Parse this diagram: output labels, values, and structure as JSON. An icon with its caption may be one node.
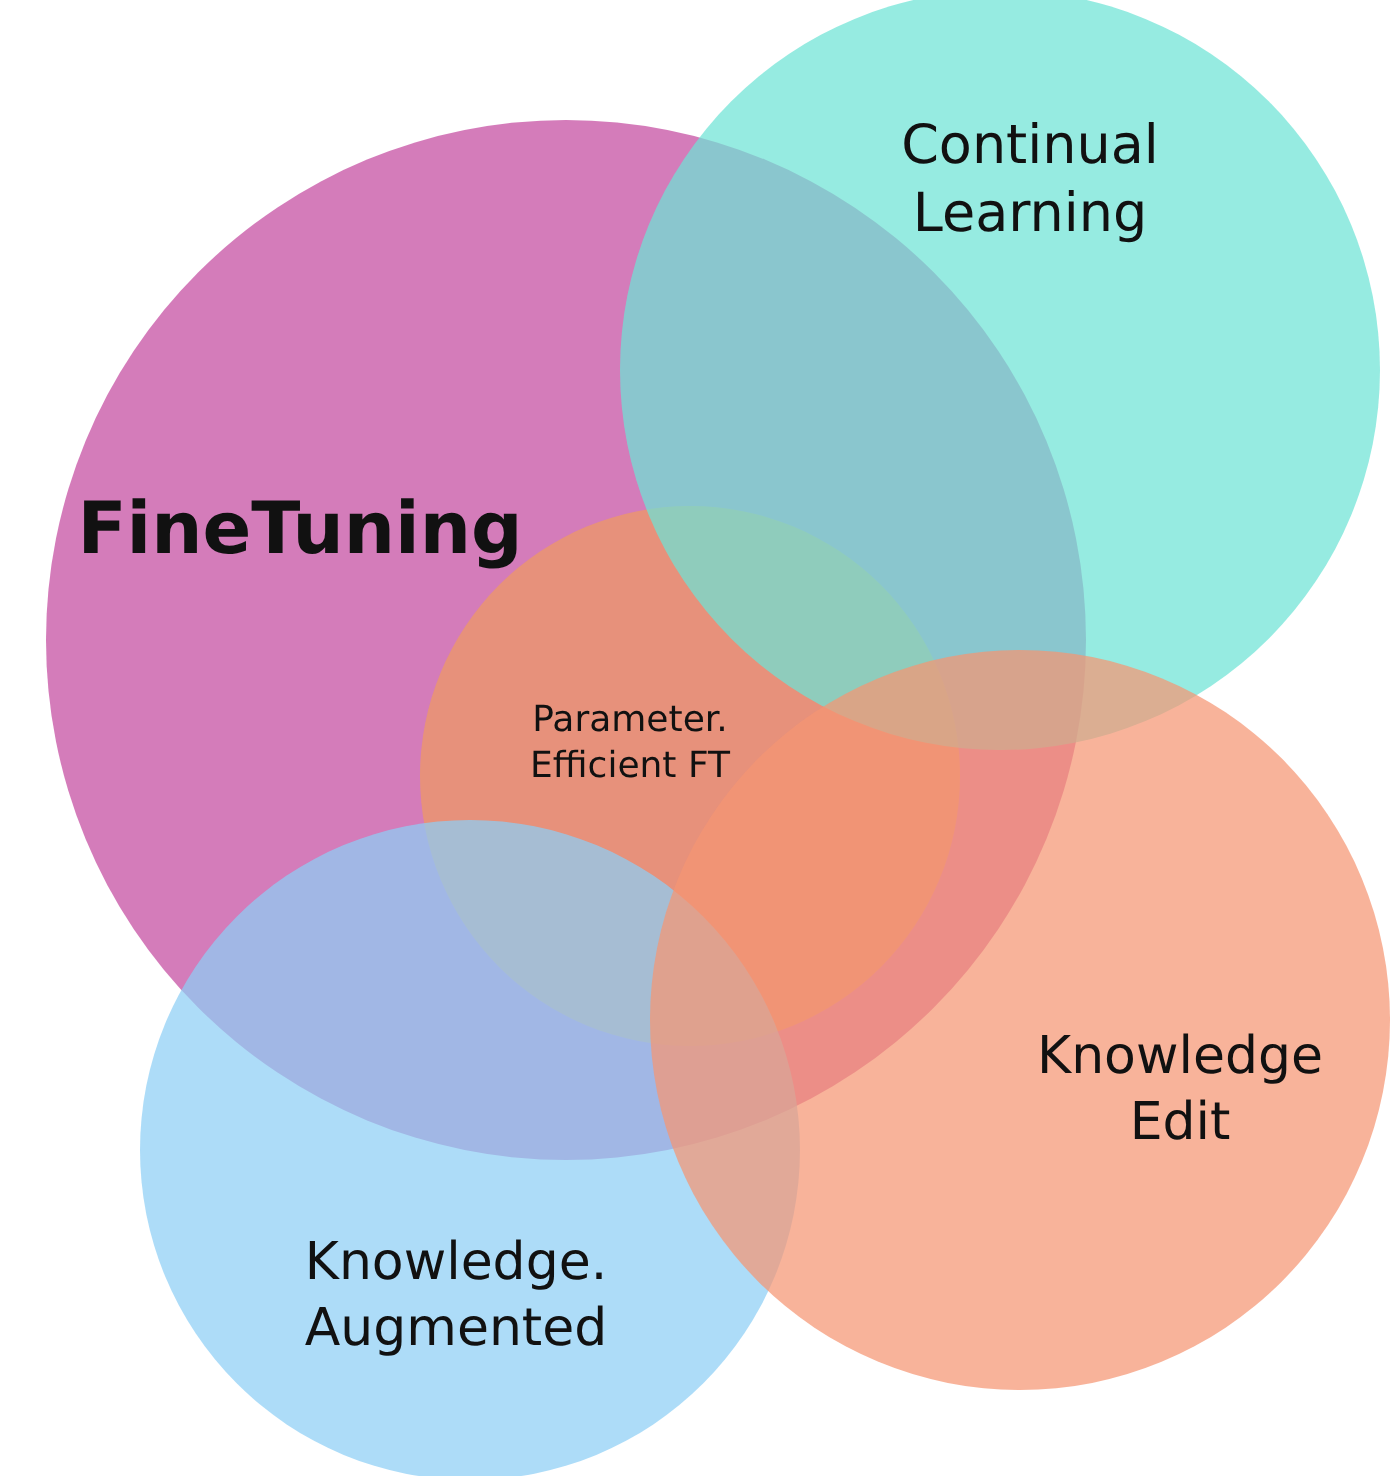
{
  "diagram": {
    "nodes": [
      {
        "text": [
          "FineTuning"
        ]
      },
      {
        "text": [
          "Continual Learning"
        ]
      },
      {
        "text": [
          "Parameter. Efficient FT"
        ],
        "in": 0
      },
      {
        "text": [
          "Knowledge. Augmented"
        ]
      },
      {
        "text": [
          "Knowledge Edit"
        ]
      }
    ]
  }
}
